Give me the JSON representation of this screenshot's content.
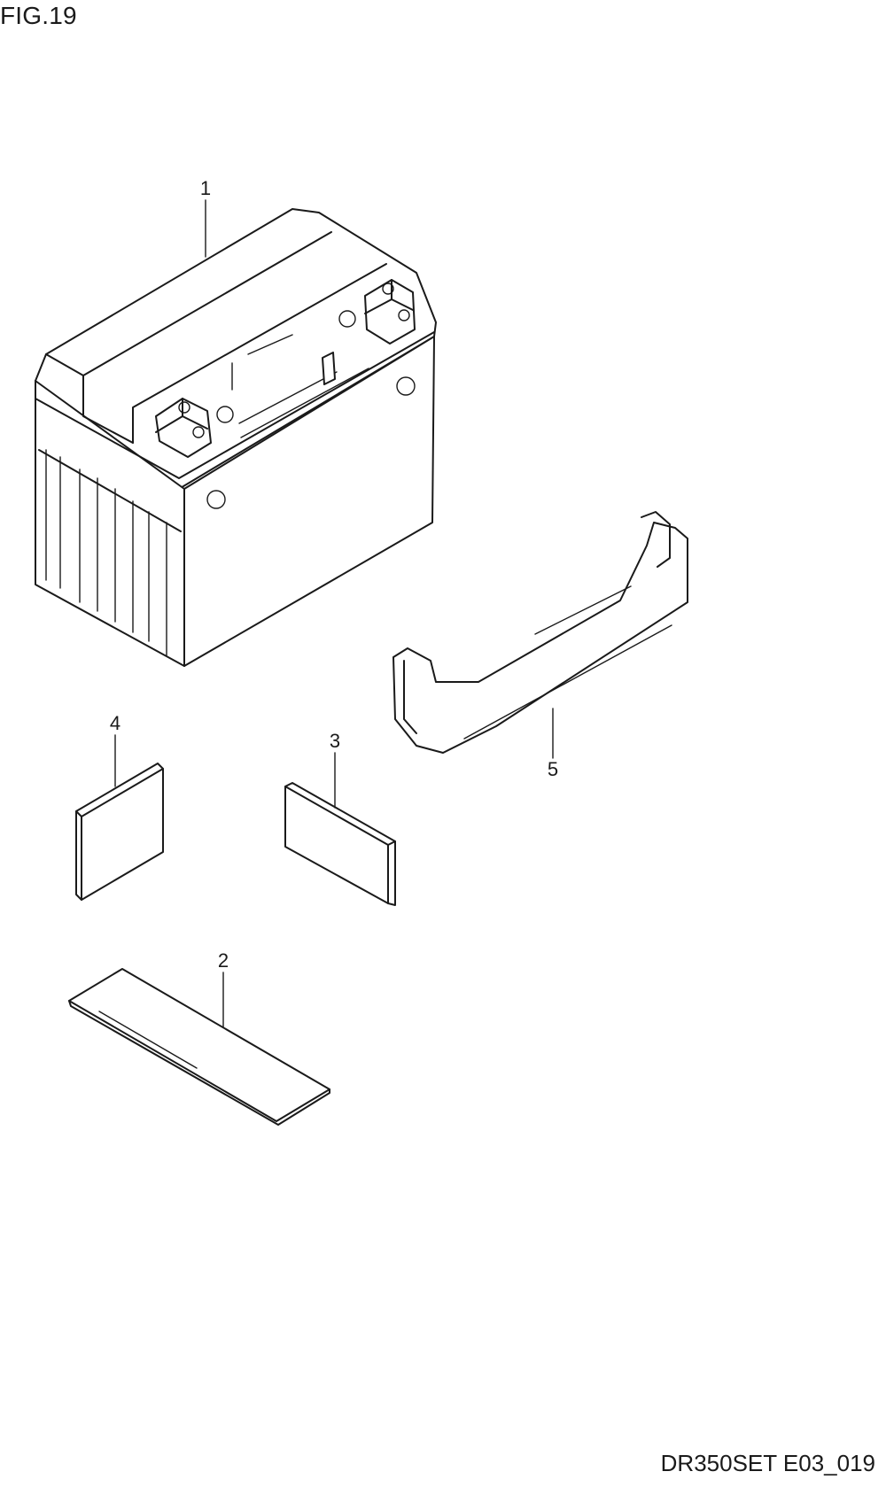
{
  "figure": {
    "title": "FIG.19",
    "code": "DR350SET E03_019"
  },
  "parts": [
    {
      "ref": "1",
      "icon": "battery-icon"
    },
    {
      "ref": "2",
      "icon": "long-pad-icon"
    },
    {
      "ref": "3",
      "icon": "pad-icon"
    },
    {
      "ref": "4",
      "icon": "pad-icon"
    },
    {
      "ref": "5",
      "icon": "battery-band-icon"
    }
  ]
}
